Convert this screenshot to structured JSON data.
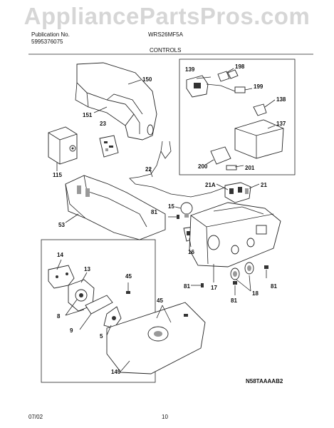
{
  "watermark": "AppliancePartsPros.com",
  "header": {
    "publication_label": "Publication No.",
    "publication_number": "5995376075",
    "model": "WRS26MF5A",
    "section_title": "CONTROLS"
  },
  "footer": {
    "date": "07/02",
    "page": "10",
    "diagram_code": "N58TAAAAB2"
  },
  "callouts": {
    "c150": "150",
    "c151": "151",
    "c23": "23",
    "c115": "115",
    "c22": "22",
    "c53": "53",
    "c139": "139",
    "c198": "198",
    "c199": "199",
    "c138": "138",
    "c137": "137",
    "c200": "200",
    "c201": "201",
    "c21A": "21A",
    "c21": "21",
    "c15": "15",
    "c81a": "81",
    "c16": "16",
    "c14": "14",
    "c13": "13",
    "c45a": "45",
    "c8": "8",
    "c9": "9",
    "c5": "5",
    "c45b": "45",
    "c149": "149",
    "c81b": "81",
    "c17": "17",
    "c18": "18",
    "c81c": "81",
    "c81d": "81"
  }
}
